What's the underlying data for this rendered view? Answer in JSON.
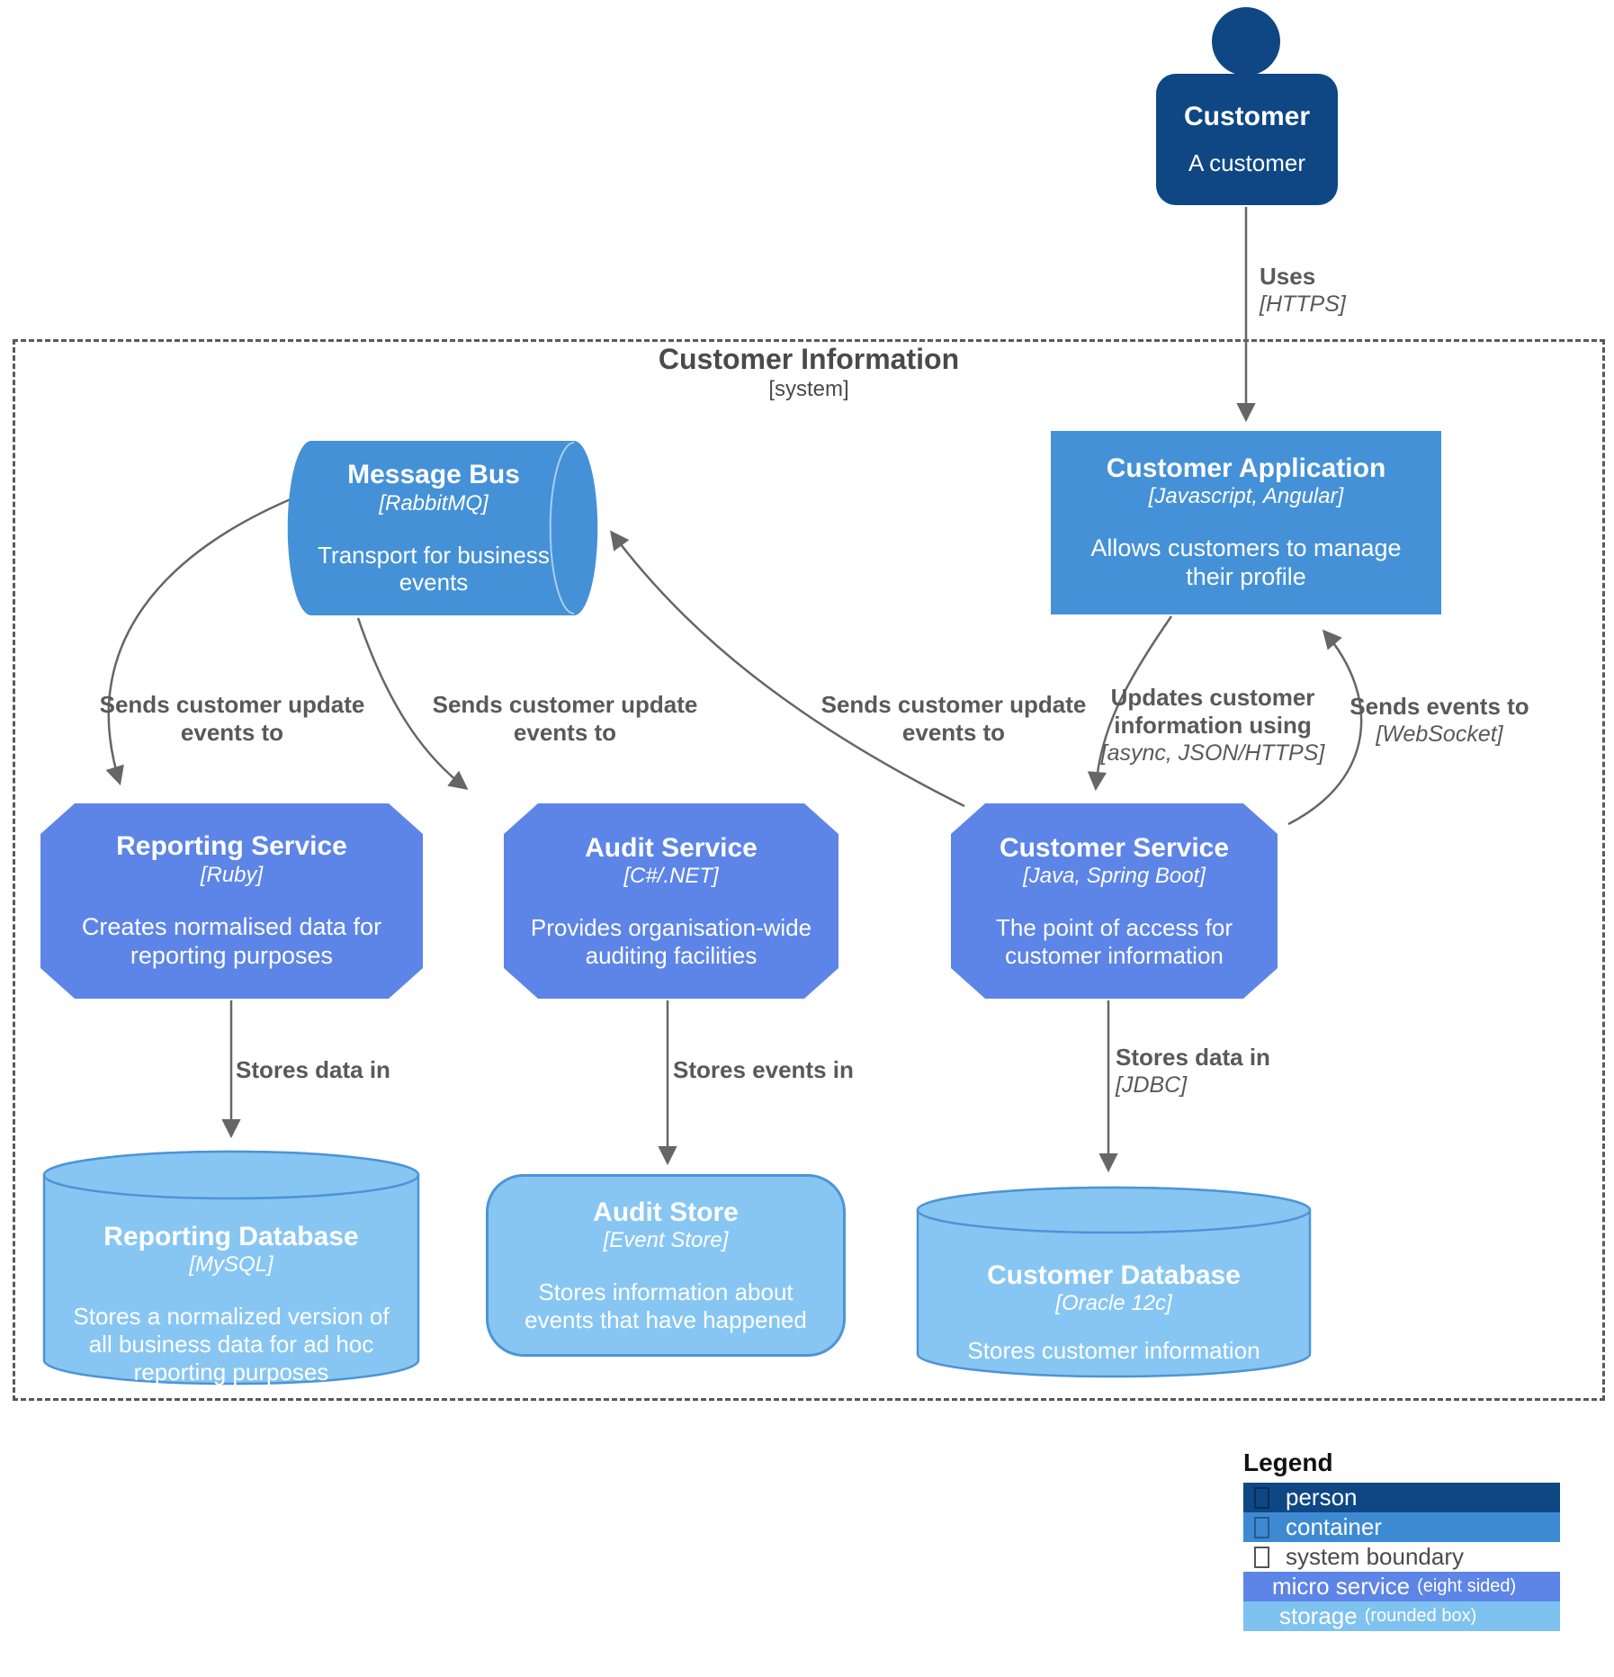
{
  "colors": {
    "person": "#0e4784",
    "container": "#4491d7",
    "micro_service": "#5d85e7",
    "storage_fill": "#87c6f3",
    "storage_stroke": "#4d94d8",
    "edge": "#666666",
    "edge_text": "#595959",
    "boundary_dash": "#595959"
  },
  "person": {
    "title": "Customer",
    "description": "A customer"
  },
  "boundary": {
    "title": "Customer Information",
    "subtitle": "[system]"
  },
  "nodes": {
    "customer_application": {
      "title": "Customer Application",
      "tech": "[Javascript, Angular]",
      "description": "Allows customers to manage their profile"
    },
    "message_bus": {
      "title": "Message Bus",
      "tech": "[RabbitMQ]",
      "description": "Transport for business events"
    },
    "reporting_service": {
      "title": "Reporting Service",
      "tech": "[Ruby]",
      "description": "Creates normalised data for reporting purposes"
    },
    "audit_service": {
      "title": "Audit Service",
      "tech": "[C#/.NET]",
      "description": "Provides organisation-wide auditing facilities"
    },
    "customer_service": {
      "title": "Customer Service",
      "tech": "[Java, Spring Boot]",
      "description": "The point of access for customer information"
    },
    "reporting_database": {
      "title": "Reporting Database",
      "tech": "[MySQL]",
      "description": "Stores a normalized version of all business data for ad hoc reporting purposes"
    },
    "audit_store": {
      "title": "Audit Store",
      "tech": "[Event Store]",
      "description": "Stores information about events that have happened"
    },
    "customer_database": {
      "title": "Customer Database",
      "tech": "[Oracle 12c]",
      "description": "Stores customer information"
    }
  },
  "edges": {
    "uses": {
      "label": "Uses",
      "tech": "[HTTPS]"
    },
    "send_updates": {
      "line1": "Sends customer update",
      "line2": "events to"
    },
    "updates_info": {
      "line1": "Updates customer",
      "line2": "information using",
      "tech": "[async, JSON/HTTPS]"
    },
    "sends_events": {
      "label": "Sends events to",
      "tech": "[WebSocket]"
    },
    "stores_data": {
      "label": "Stores data in"
    },
    "stores_events": {
      "label": "Stores events in"
    },
    "stores_data_jdbc": {
      "label": "Stores data in",
      "tech": "[JDBC]"
    }
  },
  "legend": {
    "title": "Legend",
    "rows": [
      {
        "label": "person"
      },
      {
        "label": "container"
      },
      {
        "label": "system boundary"
      },
      {
        "label": "micro service",
        "note": "(eight sided)"
      },
      {
        "label": "storage",
        "note": "(rounded box)"
      }
    ]
  }
}
